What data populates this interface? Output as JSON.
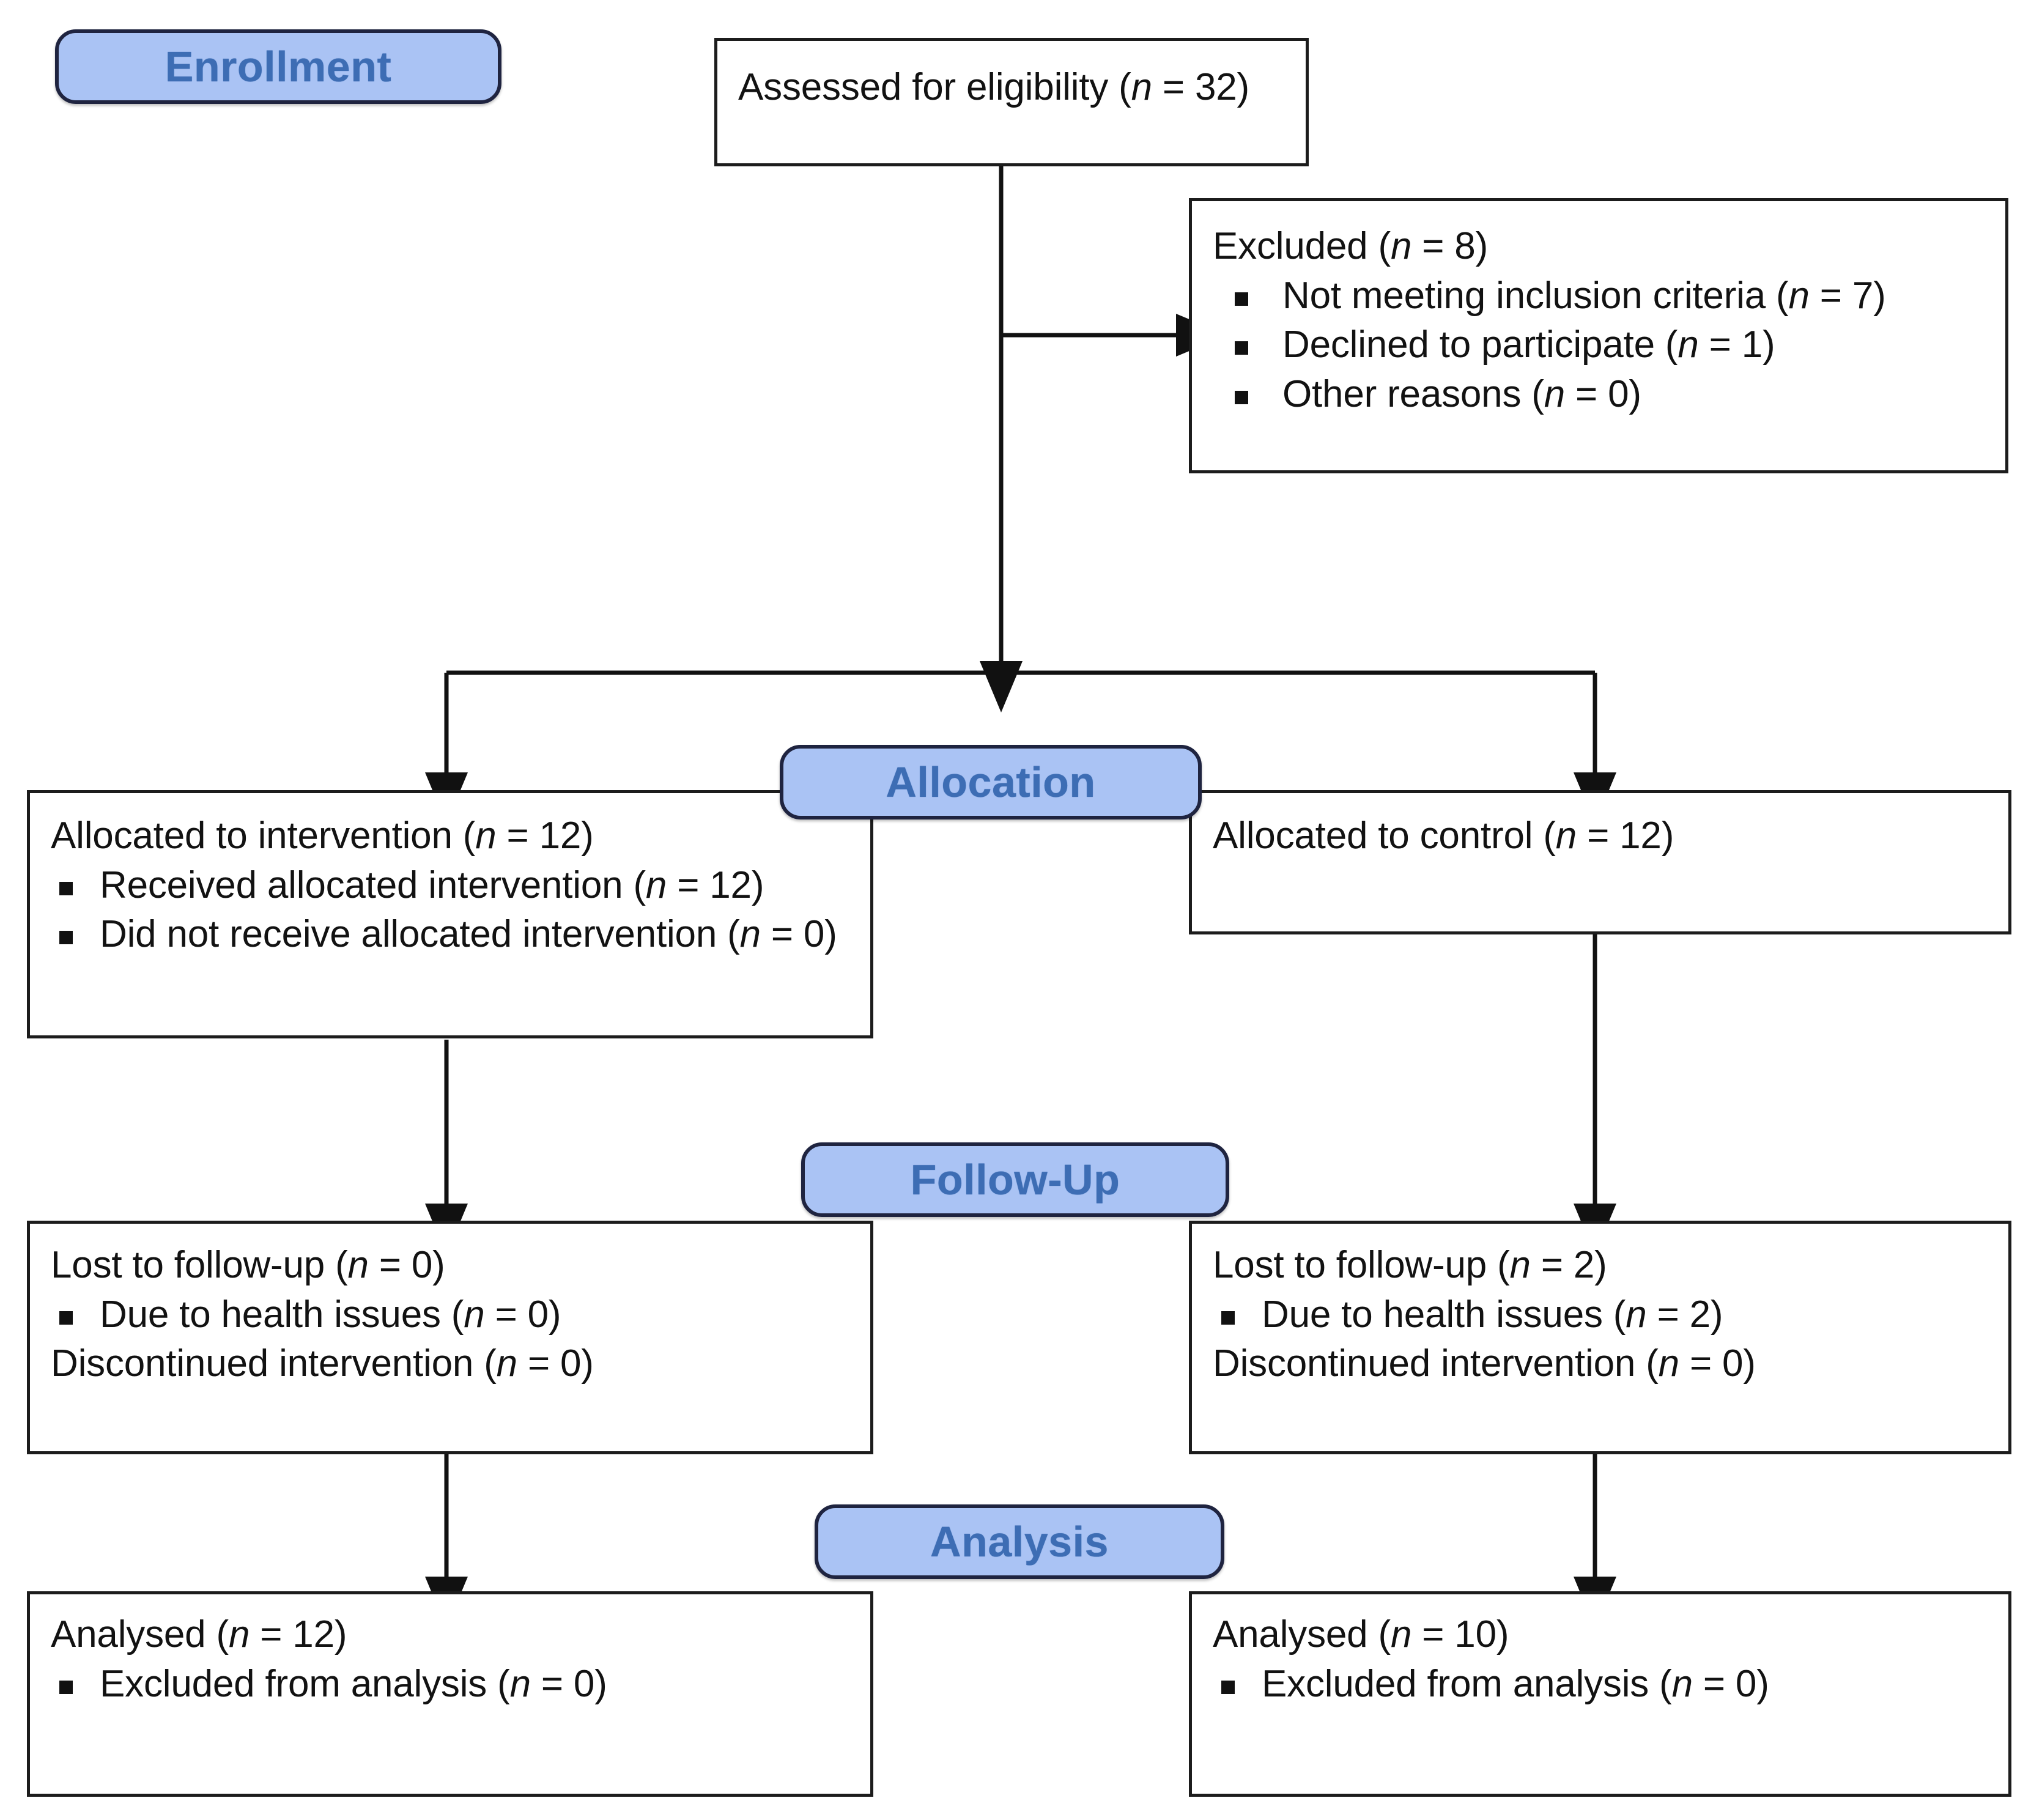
{
  "diagram": {
    "title": "CONSORT participant flow diagram",
    "colors": {
      "badge_fill": "#aac3f4",
      "badge_border": "#1f2440",
      "badge_text": "#3d6db4",
      "box_border": "#1c1c1c",
      "text": "#121212",
      "background": "#ffffff"
    }
  },
  "stages": {
    "enrollment": "Enrollment",
    "allocation": "Allocation",
    "followup": "Follow-Up",
    "analysis": "Analysis"
  },
  "boxes": {
    "assessed": {
      "line1_pre": "Assessed for eligibility (",
      "line1_n": "n",
      "line1_post": " = 32)"
    },
    "excluded": {
      "heading_pre": "Excluded (",
      "heading_n": "n",
      "heading_post": " = 8)",
      "bullets": [
        {
          "pre": "Not meeting inclusion criteria (",
          "n": "n",
          "post": " = 7)"
        },
        {
          "pre": "Declined to participate (",
          "n": "n",
          "post": " = 1)"
        },
        {
          "pre": "Other reasons (",
          "n": "n",
          "post": " = 0)"
        }
      ]
    },
    "alloc_left": {
      "heading_pre": "Allocated to intervention (",
      "heading_n": "n",
      "heading_post": " = 12)",
      "bullets": [
        {
          "pre": "Received allocated intervention (",
          "n": "n",
          "post": " = 12)"
        },
        {
          "pre": "Did not receive allocated intervention (",
          "n": "n",
          "post": " = 0)"
        }
      ]
    },
    "alloc_right": {
      "heading_pre": "Allocated to control (",
      "heading_n": "n",
      "heading_post": " = 12)"
    },
    "follow_left": {
      "line1_pre": "Lost to follow-up (",
      "line1_n": "n",
      "line1_post": " = 0)",
      "bullet_pre": "Due to health issues (",
      "bullet_n": "n",
      "bullet_post": " = 0)",
      "line3_pre": "Discontinued intervention (",
      "line3_n": "n",
      "line3_post": " = 0)"
    },
    "follow_right": {
      "line1_pre": "Lost to follow-up (",
      "line1_n": "n",
      "line1_post": " = 2)",
      "bullet_pre": "Due to health issues (",
      "bullet_n": "n",
      "bullet_post": " = 2)",
      "line3_pre": "Discontinued intervention (",
      "line3_n": "n",
      "line3_post": " = 0)"
    },
    "analysis_left": {
      "heading_pre": "Analysed (",
      "heading_n": "n",
      "heading_post": " = 12)",
      "bullet_pre": "Excluded from analysis (",
      "bullet_n": "n",
      "bullet_post": " = 0)"
    },
    "analysis_right": {
      "heading_pre": "Analysed (",
      "heading_n": "n",
      "heading_post": " = 10)",
      "bullet_pre": "Excluded from analysis (",
      "bullet_n": "n",
      "bullet_post": " = 0)"
    }
  },
  "chart_data": {
    "type": "flow-diagram",
    "title": "CONSORT flow diagram",
    "nodes": [
      {
        "id": "assessed",
        "label": "Assessed for eligibility (n = 32)",
        "n": 32
      },
      {
        "id": "excluded",
        "label": "Excluded (n = 8)",
        "n": 8,
        "reasons": [
          {
            "label": "Not meeting inclusion criteria",
            "n": 7
          },
          {
            "label": "Declined to participate",
            "n": 1
          },
          {
            "label": "Other reasons",
            "n": 0
          }
        ]
      },
      {
        "id": "alloc_left",
        "label": "Allocated to intervention (n = 12)",
        "n": 12,
        "details": [
          {
            "label": "Received allocated intervention",
            "n": 12
          },
          {
            "label": "Did not receive allocated intervention",
            "n": 0
          }
        ]
      },
      {
        "id": "alloc_right",
        "label": "Allocated to control (n = 12)",
        "n": 12
      },
      {
        "id": "follow_left",
        "label": "Lost to follow-up (n = 0)",
        "n": 0,
        "details": [
          {
            "label": "Due to health issues",
            "n": 0
          },
          {
            "label": "Discontinued intervention",
            "n": 0
          }
        ]
      },
      {
        "id": "follow_right",
        "label": "Lost to follow-up (n = 2)",
        "n": 2,
        "details": [
          {
            "label": "Due to health issues",
            "n": 2
          },
          {
            "label": "Discontinued intervention",
            "n": 0
          }
        ]
      },
      {
        "id": "analysis_left",
        "label": "Analysed (n = 12)",
        "n": 12,
        "details": [
          {
            "label": "Excluded from analysis",
            "n": 0
          }
        ]
      },
      {
        "id": "analysis_right",
        "label": "Analysed (n = 10)",
        "n": 10,
        "details": [
          {
            "label": "Excluded from analysis",
            "n": 0
          }
        ]
      }
    ],
    "edges": [
      {
        "from": "assessed",
        "to": "excluded"
      },
      {
        "from": "assessed",
        "to": "alloc_left"
      },
      {
        "from": "assessed",
        "to": "alloc_right"
      },
      {
        "from": "alloc_left",
        "to": "follow_left"
      },
      {
        "from": "alloc_right",
        "to": "follow_right"
      },
      {
        "from": "follow_left",
        "to": "analysis_left"
      },
      {
        "from": "follow_right",
        "to": "analysis_right"
      }
    ],
    "stages": [
      "Enrollment",
      "Allocation",
      "Follow-Up",
      "Analysis"
    ]
  }
}
